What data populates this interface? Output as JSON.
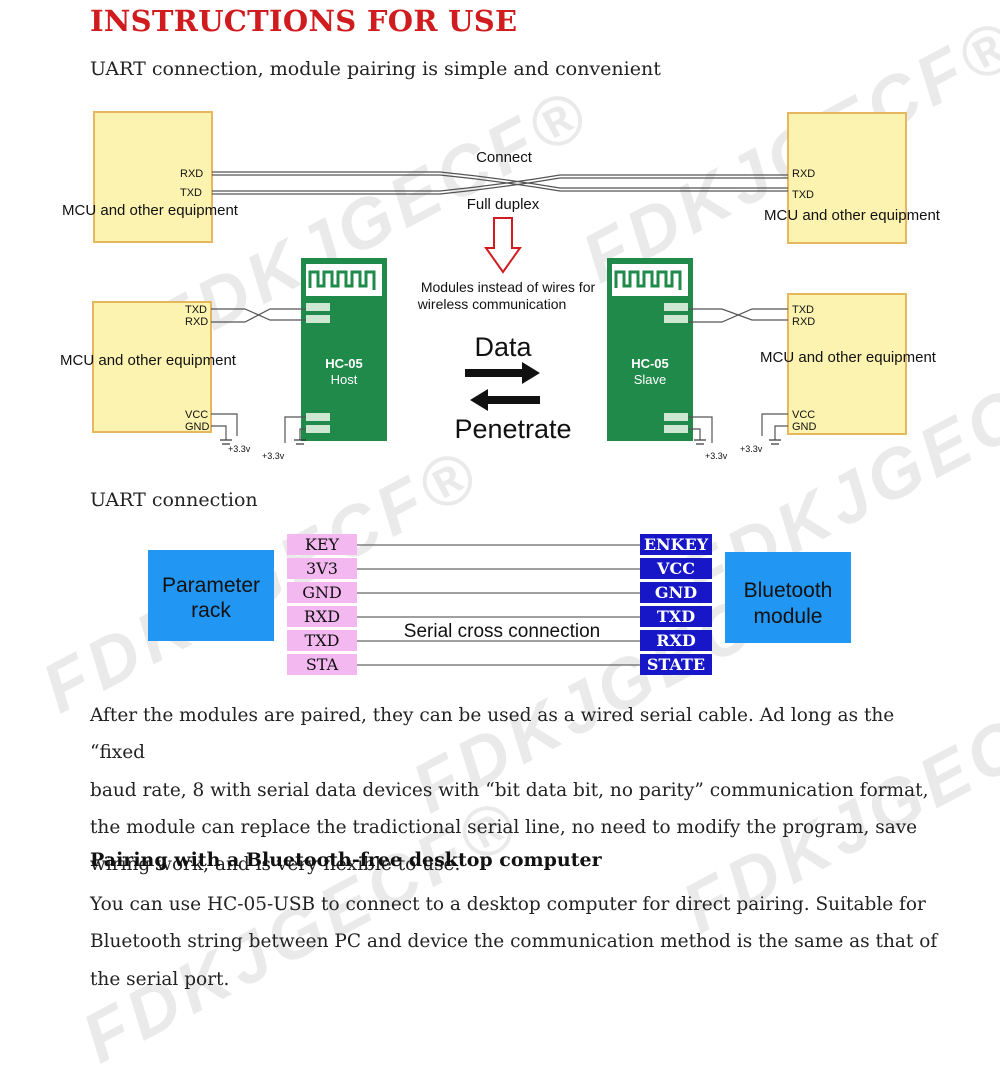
{
  "title": "INSTRUCTIONS FOR USE",
  "subtitle": "UART connection, module pairing is simple and convenient",
  "diagram1": {
    "left_top_box": "MCU and other equipment",
    "right_top_box": "MCU and other equipment",
    "left_bottom_box": "MCU and other equipment",
    "right_bottom_box": "MCU and other equipment",
    "pin_rxd": "RXD",
    "pin_txd": "TXD",
    "pin_vcc": "VCC",
    "pin_gnd": "GND",
    "supply": "+3.3v",
    "connect": "Connect",
    "full_duplex": "Full duplex",
    "modules_note_line1": "Modules instead of wires for",
    "modules_note_line2": "wireless communication",
    "host_name": "HC-05",
    "host_role": "Host",
    "slave_name": "HC-05",
    "slave_role": "Slave",
    "data": "Data",
    "penetrate": "Penetrate"
  },
  "section_label": "UART connection",
  "diagram2": {
    "left_box_line1": "Parameter",
    "left_box_line2": "rack",
    "right_box_line1": "Bluetooth",
    "right_box_line2": "module",
    "left_pins": [
      "KEY",
      "3V3",
      "GND",
      "RXD",
      "TXD",
      "STA"
    ],
    "right_pins": [
      "ENKEY",
      "VCC",
      "GND",
      "TXD",
      "RXD",
      "STATE"
    ],
    "cross_label": "Serial cross connection",
    "colors": {
      "left_pin_bg": "#f4b8f0",
      "right_pin_bg": "#1717c8",
      "box_bg": "#2196f3"
    }
  },
  "paragraph1_lines": [
    "After the modules are paired, they can be used as a wired serial cable. Ad long as the “fixed",
    "baud rate, 8 with serial data devices with “bit data bit, no parity” communication format,",
    "the module can replace the tradictional serial line, no need to modify the program, save",
    "wiring work, and is very flexible to use."
  ],
  "heading2": "Pairing with a Bluetooth-free desktop computer",
  "paragraph2_lines": [
    "You can use HC-05-USB to connect to a desktop computer for direct pairing. Suitable for",
    "Bluetooth string between PC and device the communication method is the same as that of",
    "the serial port."
  ],
  "watermark": "FDKJGECF®",
  "colors": {
    "title": "#d01c1f",
    "box_fill": "#fdf3b0",
    "box_border": "#e7b760",
    "board": "#1f8a4a"
  }
}
